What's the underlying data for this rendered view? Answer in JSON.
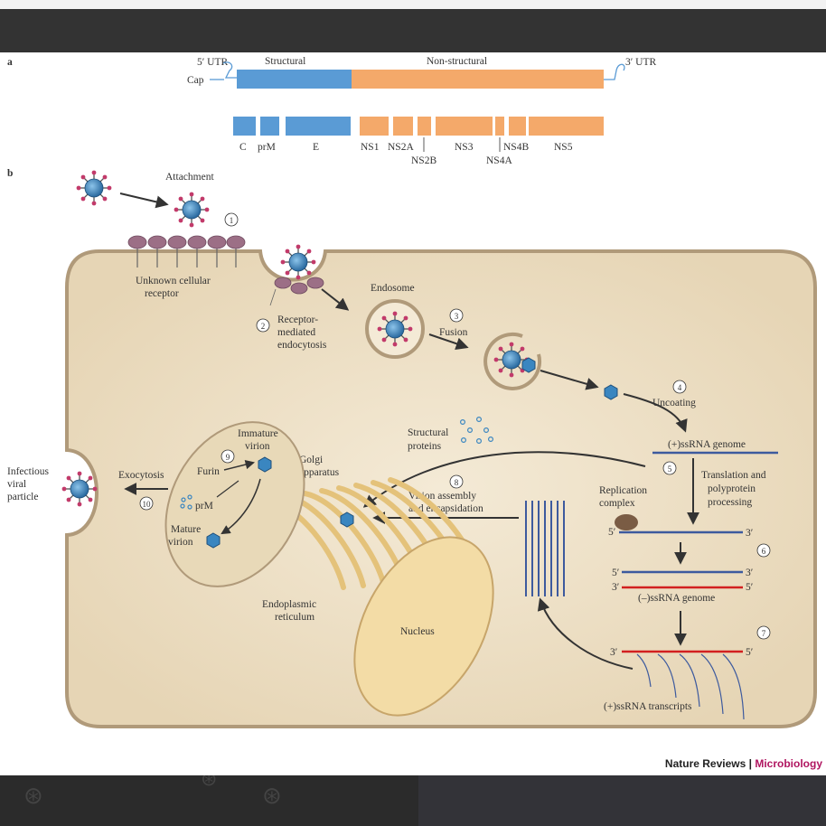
{
  "panel_a": {
    "label": "a",
    "utr5": "5′ UTR",
    "cap": "Cap",
    "structural": "Structural",
    "nonstructural": "Non-structural",
    "utr3": "3′ UTR",
    "proteins": [
      "C",
      "prM",
      "E",
      "NS1",
      "NS2A",
      "NS2B",
      "NS3",
      "NS4A",
      "NS4B",
      "NS5"
    ]
  },
  "panel_b": {
    "label": "b",
    "steps": [
      "1",
      "2",
      "3",
      "4",
      "5",
      "6",
      "7",
      "8",
      "9",
      "10"
    ],
    "attachment": "Attachment",
    "receptor": [
      "Unknown cellular",
      "receptor"
    ],
    "endocytosis": [
      "Receptor-",
      "mediated",
      "endocytosis"
    ],
    "endosome": "Endosome",
    "fusion": "Fusion",
    "uncoating": "Uncoating",
    "genome_plus": "(+)ssRNA genome",
    "translation": [
      "Translation and",
      "polyprotein",
      "processing"
    ],
    "replication": [
      "Replication",
      "complex"
    ],
    "genome_minus": "(–)ssRNA genome",
    "transcripts": "(+)ssRNA transcripts",
    "structural_proteins": [
      "Structural",
      "proteins"
    ],
    "assembly": [
      "Virion assembly",
      "and encapsidation"
    ],
    "golgi": [
      "Golgi",
      "apparatus"
    ],
    "immature": [
      "Immature",
      "virion"
    ],
    "furin": "Furin",
    "prm": "prM",
    "mature": [
      "Mature",
      "virion"
    ],
    "exocytosis": "Exocytosis",
    "infectious": [
      "Infectious",
      "viral",
      "particle"
    ],
    "er": [
      "Endoplasmic",
      "reticulum"
    ],
    "nucleus": "Nucleus",
    "five_prime": "5′",
    "three_prime": "3′"
  },
  "credit": {
    "journal": "Nature Reviews",
    "separator": " | ",
    "field": "Microbiology"
  },
  "colors": {
    "structural": "#5a9bd5",
    "nonstructural": "#f4a96a",
    "cell": "#ede0c8",
    "membrane": "#b09a7a",
    "virus": "#3a86c0",
    "minus_strand": "#d22020",
    "plus_strand": "#3d5a9e"
  }
}
